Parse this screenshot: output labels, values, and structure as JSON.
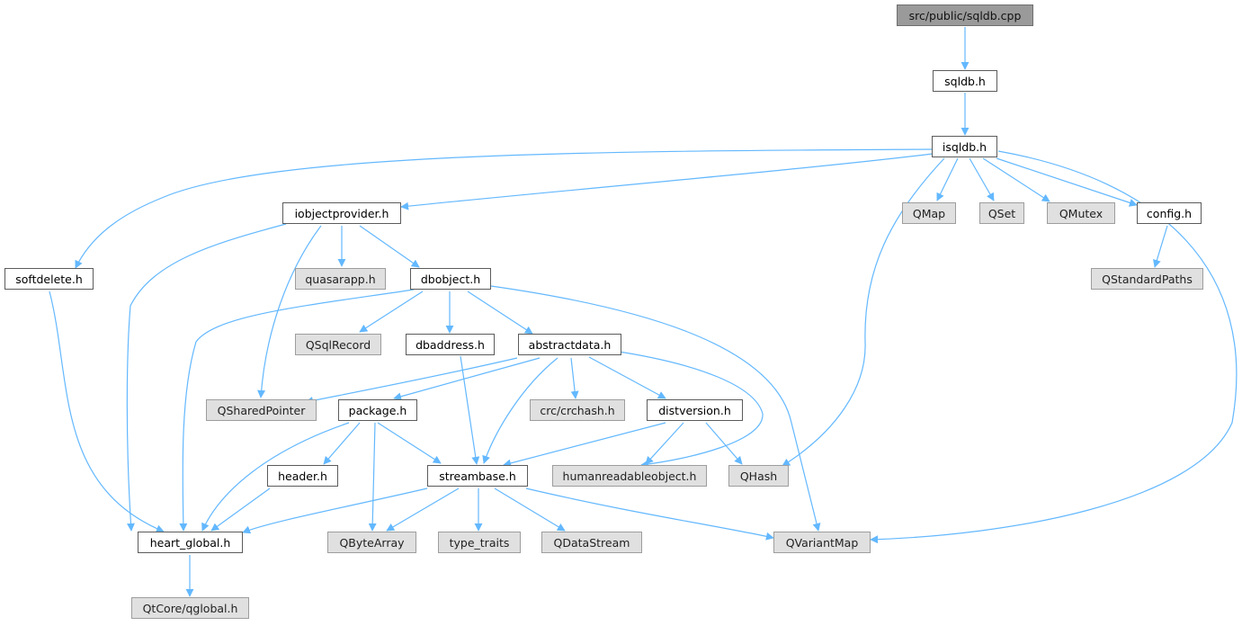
{
  "colors": {
    "edge": "#63b8ff",
    "root_fill": "#9a9a9a",
    "local_fill": "#ffffff",
    "external_fill": "#e0e0e0"
  },
  "nodes": {
    "root": "src/public/sqldb.cpp",
    "sqldb": "sqldb.h",
    "isqldb": "isqldb.h",
    "iobjectprovider": "iobjectprovider.h",
    "qmap": "QMap",
    "qset": "QSet",
    "qmutex": "QMutex",
    "config": "config.h",
    "softdelete": "softdelete.h",
    "quasarapp": "quasarapp.h",
    "dbobject": "dbobject.h",
    "qstandardpaths": "QStandardPaths",
    "qsqlrecord": "QSqlRecord",
    "dbaddress": "dbaddress.h",
    "abstractdata": "abstractdata.h",
    "qsharedpointer": "QSharedPointer",
    "package": "package.h",
    "crchash": "crc/crchash.h",
    "distversion": "distversion.h",
    "header": "header.h",
    "streambase": "streambase.h",
    "humanreadable": "humanreadableobject.h",
    "qhash": "QHash",
    "heart_global": "heart_global.h",
    "qbytearray": "QByteArray",
    "type_traits": "type_traits",
    "qdatastream": "QDataStream",
    "qvariantmap": "QVariantMap",
    "qglobal": "QtCore/qglobal.h"
  }
}
